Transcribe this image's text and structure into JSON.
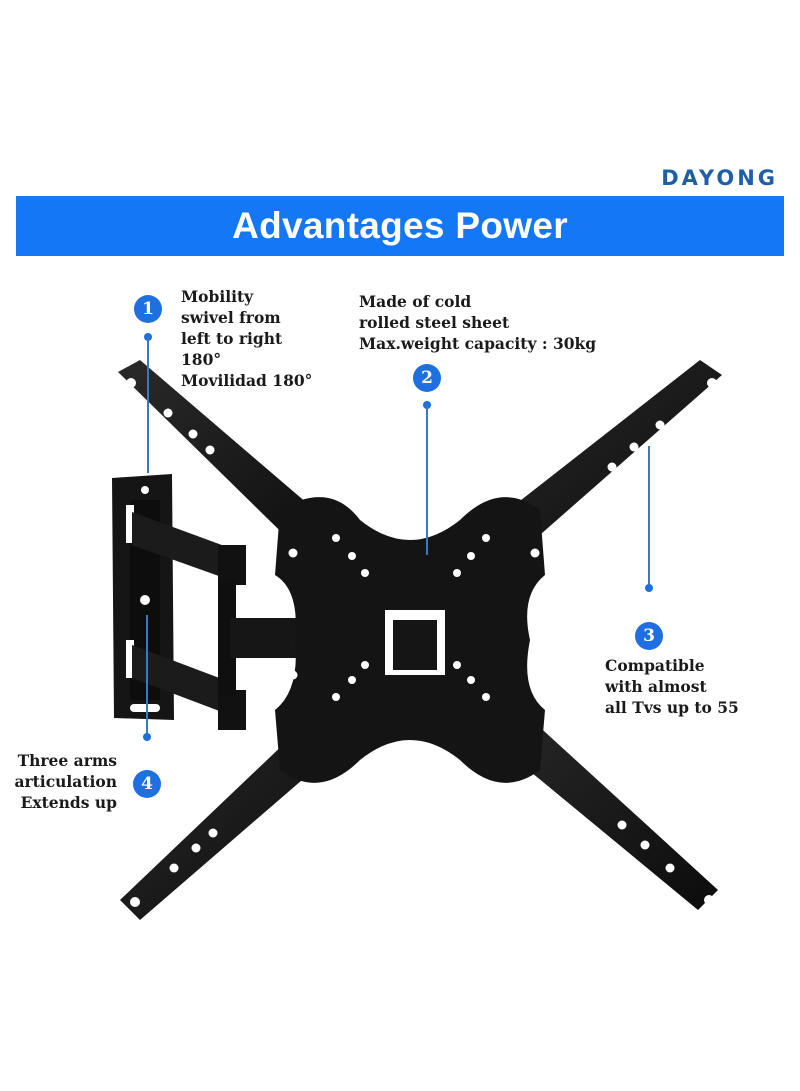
{
  "brand": {
    "name": "DAYONG",
    "color": "#1f5fa8"
  },
  "banner": {
    "title": "Advantages Power",
    "background": "#1477f6",
    "text_color": "#ffffff"
  },
  "features": [
    {
      "number": "1",
      "lines": [
        "Mobility",
        "swivel from",
        "left to right",
        "180°",
        "Movilidad 180°"
      ]
    },
    {
      "number": "2",
      "lines": [
        "Made of cold",
        "rolled steel sheet",
        "Max.weight capacity : 30kg"
      ]
    },
    {
      "number": "3",
      "lines": [
        "Compatible",
        "with almost",
        "all Tvs up to 55"
      ]
    },
    {
      "number": "4",
      "lines": [
        "Three arms",
        "articulation",
        "Extends up"
      ]
    }
  ],
  "accent_color": "#1e6fe0",
  "product": {
    "name": "full-motion-tv-wall-mount-bracket",
    "color": "#141414"
  }
}
